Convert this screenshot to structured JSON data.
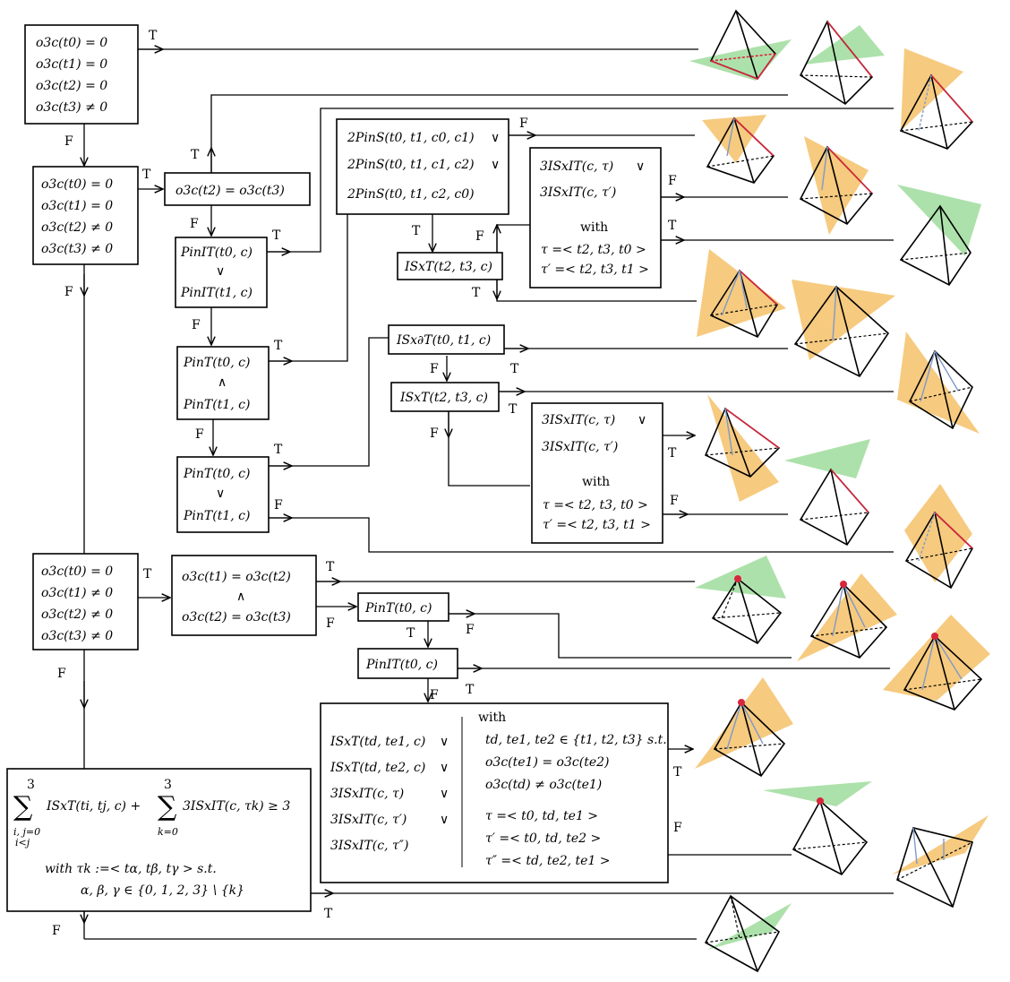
{
  "colors": {
    "green_triangle": "#9fdc9c",
    "orange_triangle": "#f5c168",
    "red_edge": "#d7263d",
    "blue_edge": "#7f9ac9",
    "red_vertex": "#d7263d"
  },
  "branch_true": "T",
  "branch_false": "F",
  "nodes": {
    "case1": [
      "o3c(t0) = 0",
      "o3c(t1) = 0",
      "o3c(t2) = 0",
      "o3c(t3) ≠ 0"
    ],
    "case2": [
      "o3c(t0) = 0",
      "o3c(t1) = 0",
      "o3c(t2) ≠ 0",
      "o3c(t3) ≠ 0"
    ],
    "case3": [
      "o3c(t0) = 0",
      "o3c(t1) ≠ 0",
      "o3c(t2) ≠ 0",
      "o3c(t3) ≠ 0"
    ],
    "o3_equal_t2_t3": "o3c(t2) = o3c(t3)",
    "pinit_or": [
      "PinIT(t0, c)",
      "∨",
      "PinIT(t1, c)"
    ],
    "pint_and": [
      "PinT(t0, c)",
      "∧",
      "PinT(t1, c)"
    ],
    "pint_or": [
      "PinT(t0, c)",
      "∨",
      "PinT(t1, c)"
    ],
    "twopins": [
      "2PinS(t0, t1, c0, c1)",
      "2PinS(t0, t1, c1, c2)",
      "2PinS(t0, t1, c2, c0)"
    ],
    "twopins_or": "∨",
    "isxt_t2t3_upper": "ISxT(t2, t3, c)",
    "threeisxit_upper": [
      "3ISxIT(c, τ)",
      "∨",
      "3ISxIT(c, τ′)",
      "with",
      "τ =< t2, t3, t0 >",
      "τ′ =< t2, t3, t1 >"
    ],
    "isxdt": "ISx∂T(t0, t1, c)",
    "isxt_t2t3_mid": "ISxT(t2, t3, c)",
    "threeisxit_mid": [
      "3ISxIT(c, τ)",
      "∨",
      "3ISxIT(c, τ′)",
      "with",
      "τ =< t2, t3, t0 >",
      "τ′ =< t2, t3, t1 >"
    ],
    "o3_equal_chain": [
      "o3c(t1) = o3c(t2)",
      "∧",
      "o3c(t2) = o3c(t3)"
    ],
    "pint_t0": "PinT(t0, c)",
    "pinit_t0": "PinIT(t0, c)",
    "big_left": [
      "ISxT(td, te1, c)",
      "∨",
      "ISxT(td, te2, c)",
      "∨",
      "3ISxIT(c, τ)",
      "∨",
      "3ISxIT(c, τ′)",
      "∨",
      "3ISxIT(c, τ″)"
    ],
    "big_right": [
      "with",
      "td, te1, te2 ∈ {t1, t2, t3}  s.t.",
      "o3c(te1) = o3c(te2)",
      "o3c(td) ≠ o3c(te1)",
      "τ =< t0, td, te1 >",
      "τ′ =< t0, td, te2 >",
      "τ″ =< td, te2, te1 >"
    ],
    "sum_main": "ISxT(ti, tj, c) + ",
    "sum_second": "3ISxIT(c, τk) ≥ 3",
    "sum_upper": "3",
    "sum_lower1": "i, j=0",
    "sum_lower2": "i<j",
    "sum_lower3": "k=0",
    "sum_with": "with  τk :=< tα, tβ, tγ > s.t.",
    "sum_set": "α, β, γ ∈ {0, 1, 2, 3} \\ {k}"
  }
}
